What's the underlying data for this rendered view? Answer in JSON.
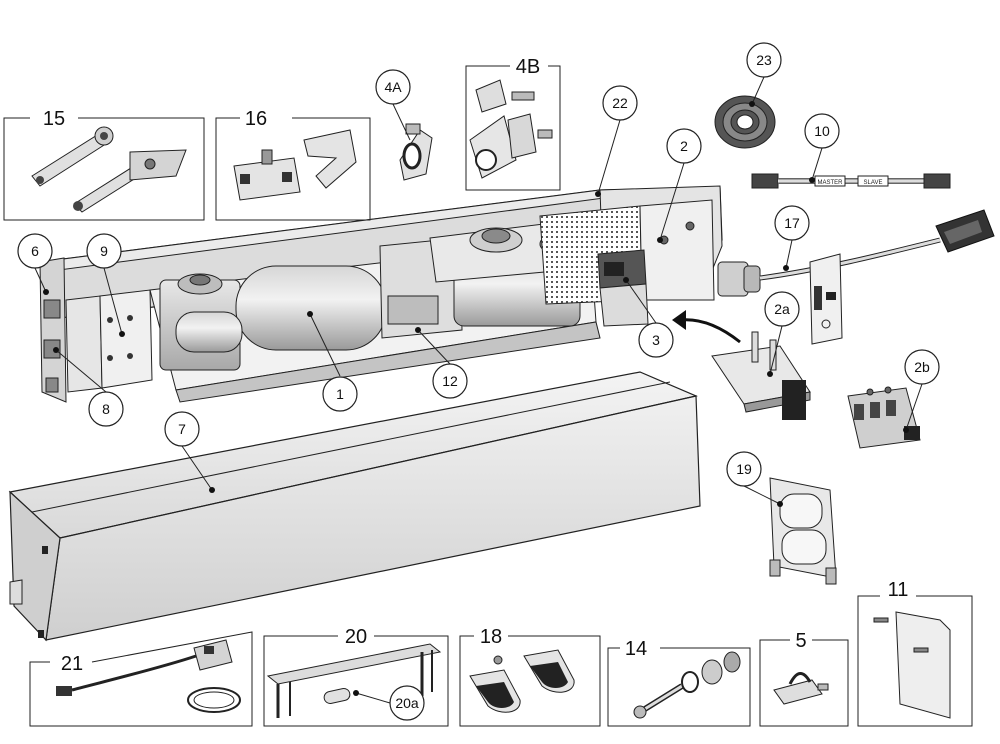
{
  "callouts": {
    "c1": "1",
    "c2": "2",
    "c2a": "2a",
    "c2b": "2b",
    "c3": "3",
    "c4a": "4A",
    "c6": "6",
    "c7": "7",
    "c8": "8",
    "c9": "9",
    "c10": "10",
    "c12": "12",
    "c17": "17",
    "c19": "19",
    "c20a": "20a",
    "c22": "22",
    "c23": "23"
  },
  "frames": {
    "f15": "15",
    "f16": "16",
    "f4b": "4B",
    "f21": "21",
    "f20": "20",
    "f18": "18",
    "f14": "14",
    "f5": "5",
    "f11": "11"
  },
  "cable_labels": {
    "master": "MASTER",
    "slave": "SLAVE"
  }
}
